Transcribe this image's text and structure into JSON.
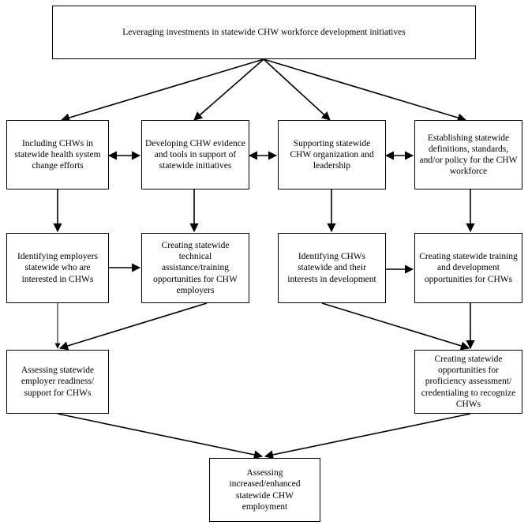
{
  "diagram": {
    "nodes": {
      "top": "Leveraging investments in statewide CHW workforce development initiatives",
      "a1": "Including CHWs in statewide health system change efforts",
      "a2": "Developing CHW evidence and tools in support of statewide initiatives",
      "a3": "Supporting statewide CHW organization and leadership",
      "a4": "Establishing statewide definitions, standards, and/or policy for the CHW workforce",
      "b1": "Identifying employers statewide who are interested in CHWs",
      "b2": "Creating statewide technical assistance/training opportunities for CHW employers",
      "b3": "Identifying CHWs statewide and their interests in development",
      "b4": "Creating statewide training and development opportunities for CHWs",
      "c1": "Assessing statewide employer readiness/ support for CHWs",
      "c2": "Creating statewide opportunities for proficiency assessment/ credentialing to recognize CHWs",
      "bottom": "Assessing increased/enhanced statewide CHW employment"
    },
    "colors": {
      "line": "#000000",
      "box_border": "#000000",
      "text": "#000000",
      "background": "#ffffff"
    }
  }
}
